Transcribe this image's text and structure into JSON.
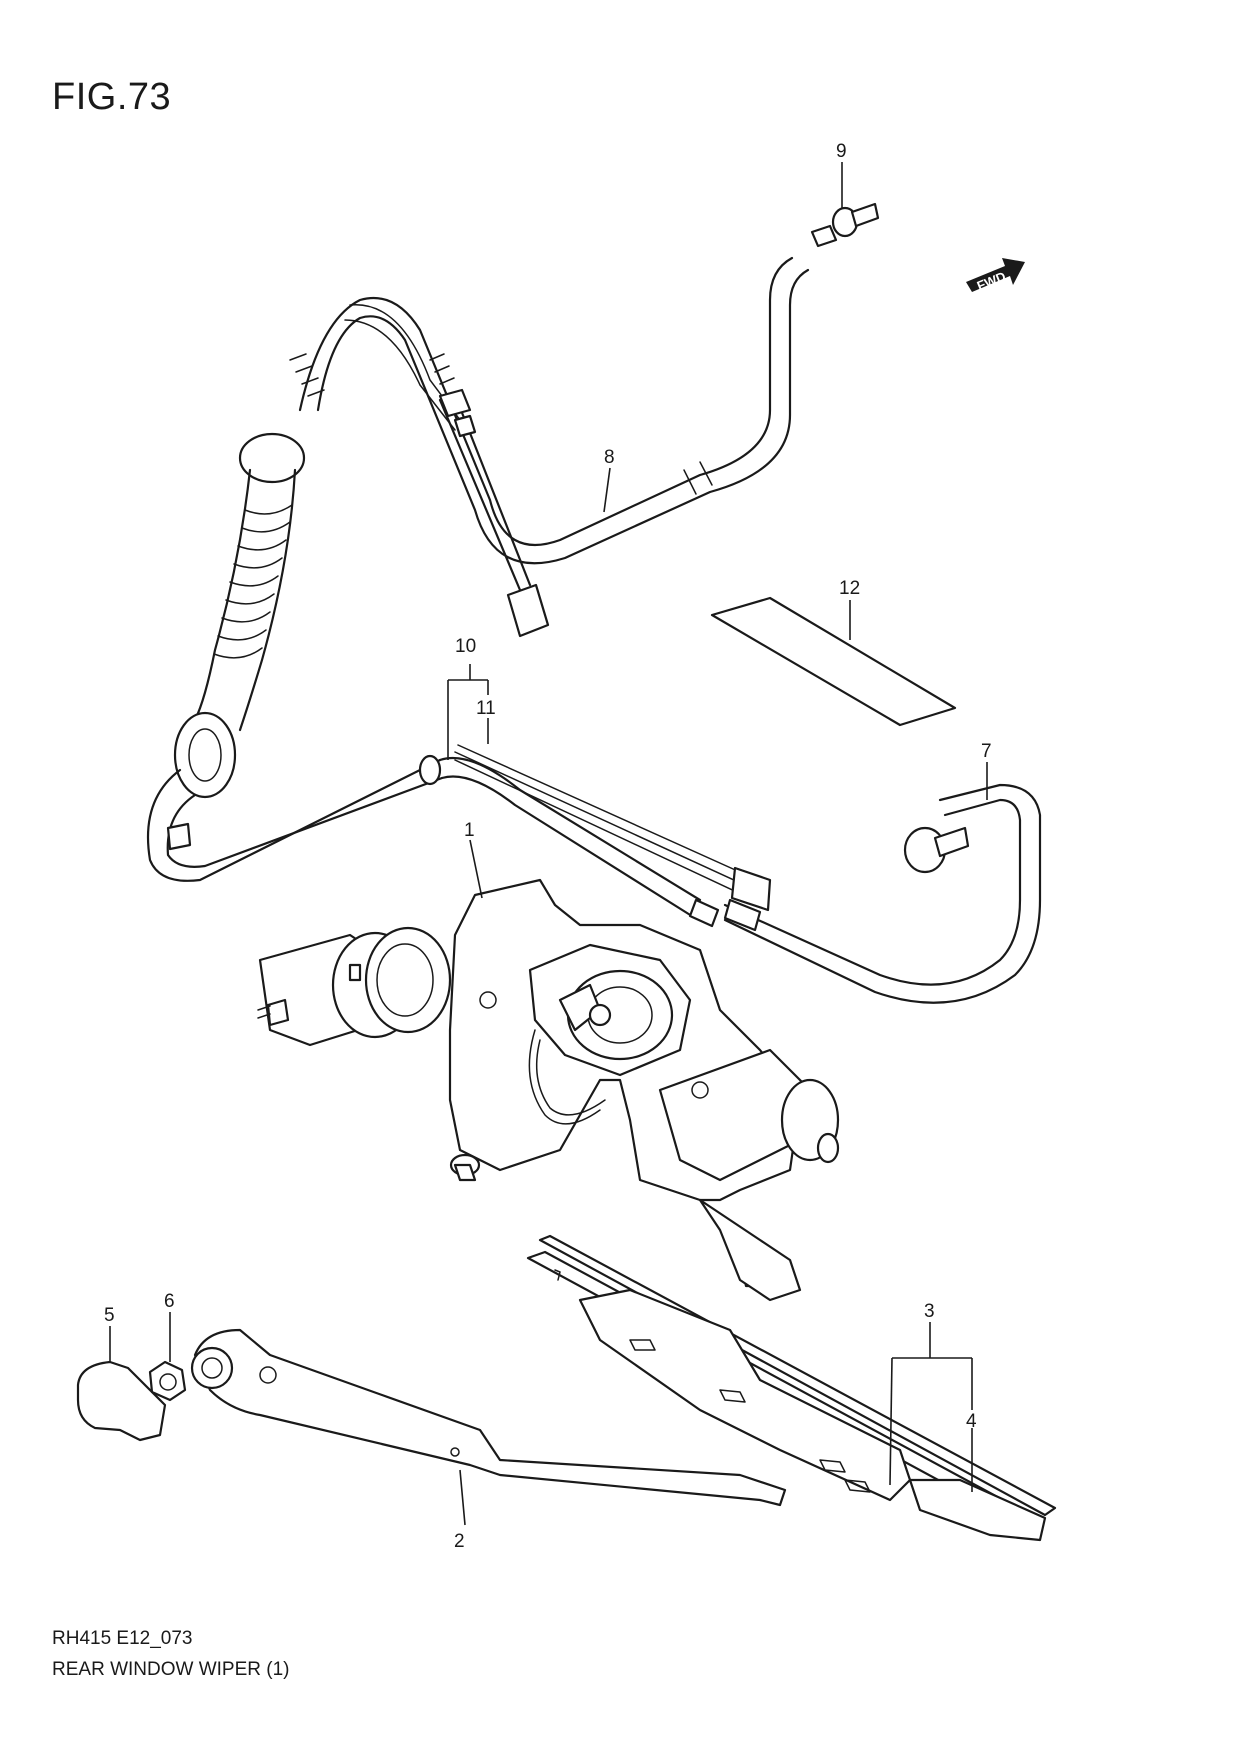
{
  "figure": {
    "title": "FIG.73",
    "code": "RH415 E12_073",
    "name": "REAR WINDOW WIPER (1)",
    "fwd_label": "FWD"
  },
  "callouts": [
    "1",
    "2",
    "3",
    "4",
    "5",
    "6",
    "7",
    "8",
    "9",
    "10",
    "11",
    "12"
  ]
}
